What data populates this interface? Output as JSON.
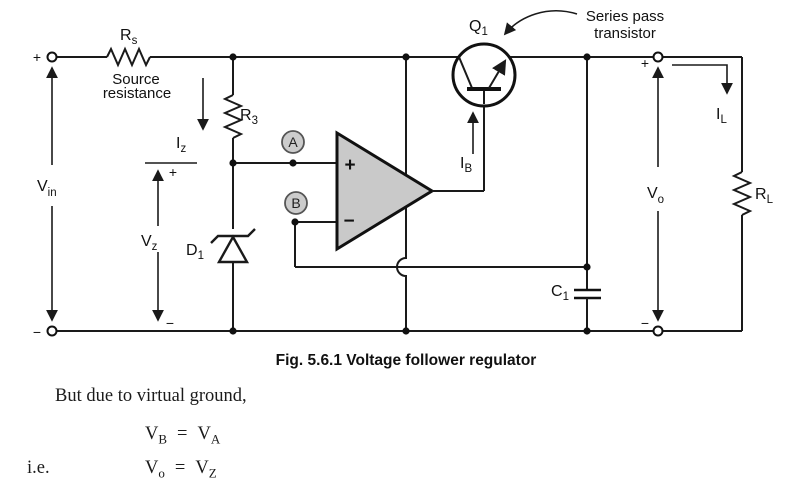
{
  "figure": {
    "caption": "Fig. 5.6.1 Voltage follower regulator",
    "colors": {
      "wire": "#1a1a1a",
      "opamp_fill": "#c9c9c9",
      "node_fill": "#cccccc",
      "text": "#111111"
    },
    "terminals": {
      "input_plus": "+",
      "input_minus": "−",
      "output_plus": "+",
      "output_minus": "−"
    },
    "components": {
      "rs": {
        "main": "R",
        "sub": "s"
      },
      "rs_note_line1": "Source",
      "rs_note_line2": "resistance",
      "r3": {
        "main": "R",
        "sub": "3"
      },
      "d1": {
        "main": "D",
        "sub": "1"
      },
      "q1": {
        "main": "Q",
        "sub": "1"
      },
      "q1_note_line1": "Series pass",
      "q1_note_line2": "transistor",
      "c1": {
        "main": "C",
        "sub": "1"
      },
      "rl": {
        "main": "R",
        "sub": "L"
      }
    },
    "quantities": {
      "vin": {
        "main": "V",
        "sub": "in"
      },
      "vz": {
        "main": "V",
        "sub": "z"
      },
      "vz_plus": "+",
      "vz_minus": "−",
      "iz": {
        "main": "I",
        "sub": "z"
      },
      "ib": {
        "main": "I",
        "sub": "B"
      },
      "vo": {
        "main": "V",
        "sub": "o"
      },
      "il": {
        "main": "I",
        "sub": "L"
      }
    },
    "opamp": {
      "plus": "+",
      "minus": "−",
      "node_a": "A",
      "node_b": "B"
    }
  },
  "body": {
    "line1": "But due to virtual ground,",
    "ie": "i.e.",
    "eq1": {
      "lhs": "V",
      "lhs_sub": "B",
      "rel": "=",
      "rhs": "V",
      "rhs_sub": "A"
    },
    "eq2": {
      "lhs": "V",
      "lhs_sub": "o",
      "rel": "=",
      "rhs": "V",
      "rhs_sub": "Z"
    }
  }
}
